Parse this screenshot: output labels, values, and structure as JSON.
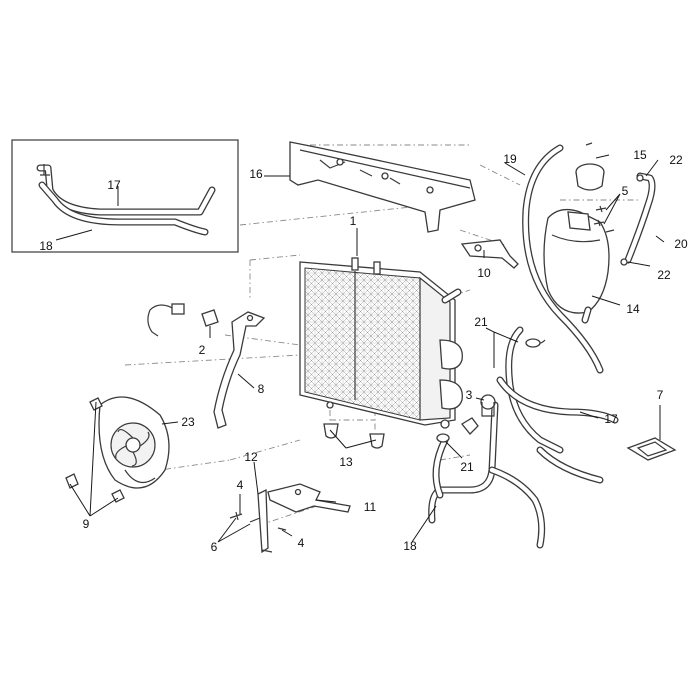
{
  "callouts": [
    {
      "id": "c1",
      "label": "1"
    },
    {
      "id": "c2",
      "label": "2"
    },
    {
      "id": "c3",
      "label": "3"
    },
    {
      "id": "c4a",
      "label": "4"
    },
    {
      "id": "c4b",
      "label": "4"
    },
    {
      "id": "c5",
      "label": "5"
    },
    {
      "id": "c6",
      "label": "6"
    },
    {
      "id": "c7",
      "label": "7"
    },
    {
      "id": "c8",
      "label": "8"
    },
    {
      "id": "c9",
      "label": "9"
    },
    {
      "id": "c10",
      "label": "10"
    },
    {
      "id": "c11",
      "label": "11"
    },
    {
      "id": "c12",
      "label": "12"
    },
    {
      "id": "c13",
      "label": "13"
    },
    {
      "id": "c14",
      "label": "14"
    },
    {
      "id": "c15",
      "label": "15"
    },
    {
      "id": "c16",
      "label": "16"
    },
    {
      "id": "c17a",
      "label": "17"
    },
    {
      "id": "c17b",
      "label": "17"
    },
    {
      "id": "c18a",
      "label": "18"
    },
    {
      "id": "c18b",
      "label": "18"
    },
    {
      "id": "c19",
      "label": "19"
    },
    {
      "id": "c20",
      "label": "20"
    },
    {
      "id": "c21a",
      "label": "21"
    },
    {
      "id": "c21b",
      "label": "21"
    },
    {
      "id": "c22a",
      "label": "22"
    },
    {
      "id": "c22b",
      "label": "22"
    },
    {
      "id": "c23",
      "label": "23"
    }
  ]
}
